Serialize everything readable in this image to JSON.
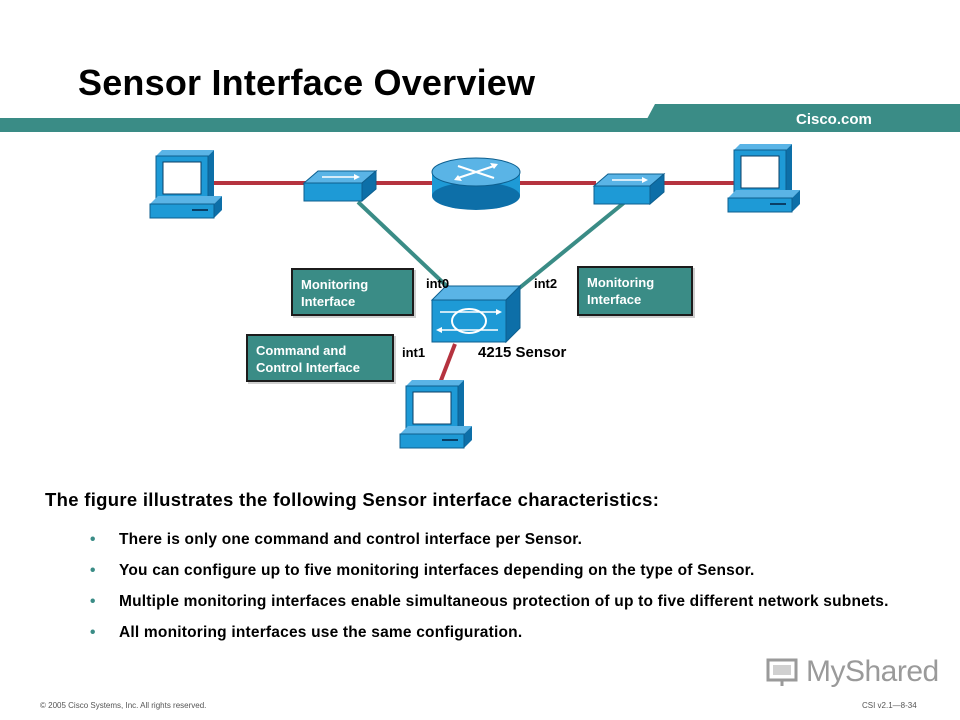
{
  "header": {
    "title": "Sensor Interface Overview",
    "brand": "Cisco.com"
  },
  "diagram": {
    "boxes": {
      "monitoring_left": "Monitoring Interface",
      "monitoring_right": "Monitoring Interface",
      "command_control": "Command and Control Interface"
    },
    "ports": {
      "int0": "int0",
      "int1": "int1",
      "int2": "int2"
    },
    "sensor_label": "4215 Sensor",
    "colors": {
      "box": "#3a8c86",
      "link_red": "#b5333f",
      "link_teal": "#3a8c86",
      "device_blue": "#1e9ad6"
    }
  },
  "body": {
    "intro": "The figure illustrates the following Sensor interface characteristics:",
    "bullets": [
      "There is only one command and control interface per Sensor.",
      "You can configure up to five monitoring interfaces depending on the type of Sensor.",
      "Multiple monitoring interfaces enable simultaneous protection of up to five different network subnets.",
      "All monitoring interfaces use the same configuration."
    ]
  },
  "footer": {
    "copyright": "© 2005 Cisco Systems, Inc. All rights reserved.",
    "course": "CSI v2.1—8-34",
    "watermark": "MyShared"
  }
}
